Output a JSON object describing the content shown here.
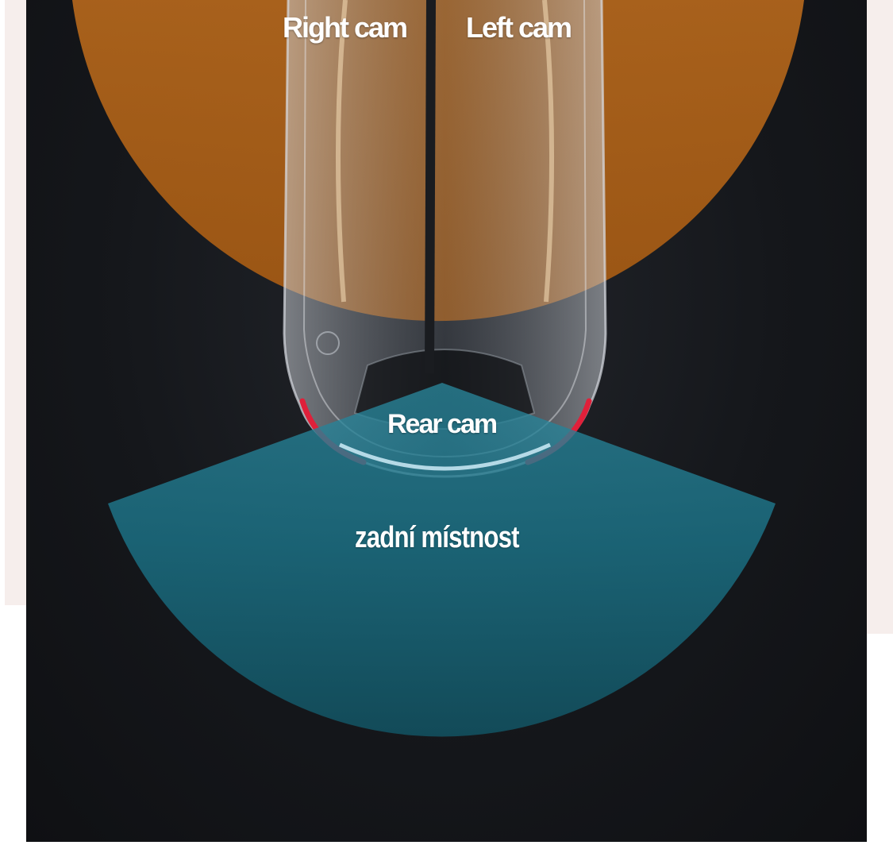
{
  "scene": {
    "right_cam_label": "Right cam",
    "left_cam_label": "Left cam",
    "rear_cam_label": "Rear cam",
    "rear_room_label": "zadní místnost"
  },
  "colors": {
    "background": "#15171b",
    "front_coverage": "#c9741c",
    "rear_coverage": "#1c6e82",
    "brake_light": "#e0203a",
    "page_margin": "#f6eeec"
  }
}
